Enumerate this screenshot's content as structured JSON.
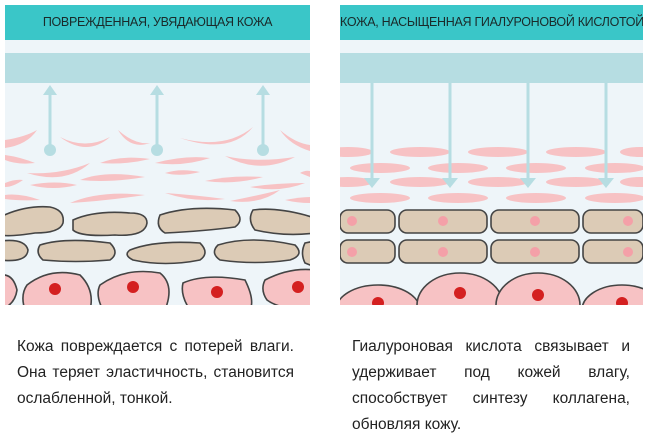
{
  "left": {
    "title": "ПОВРЕЖДЕННАЯ, УВЯДАЮЩАЯ КОЖА",
    "description": "Кожа повреждается с потерей влаги. Она теряет эластичность, становится ослабленной, тонкой."
  },
  "right": {
    "title": "КОЖА, НАСЫЩЕННАЯ ГИАЛУРОНОВОЙ КИСЛОТОЙ",
    "description": "Гиалуроновая кислота связывает и удерживает под кожей влагу, способствует синтезу коллагена, обновляя кожу."
  },
  "colors": {
    "header": "#3ac6c8",
    "moisture": "#b6dde2",
    "collagen": "#f7c2c4",
    "cell_beige": "#dccbb6",
    "cell_pink": "#f7c2c4",
    "nucleus": "#d42020"
  }
}
